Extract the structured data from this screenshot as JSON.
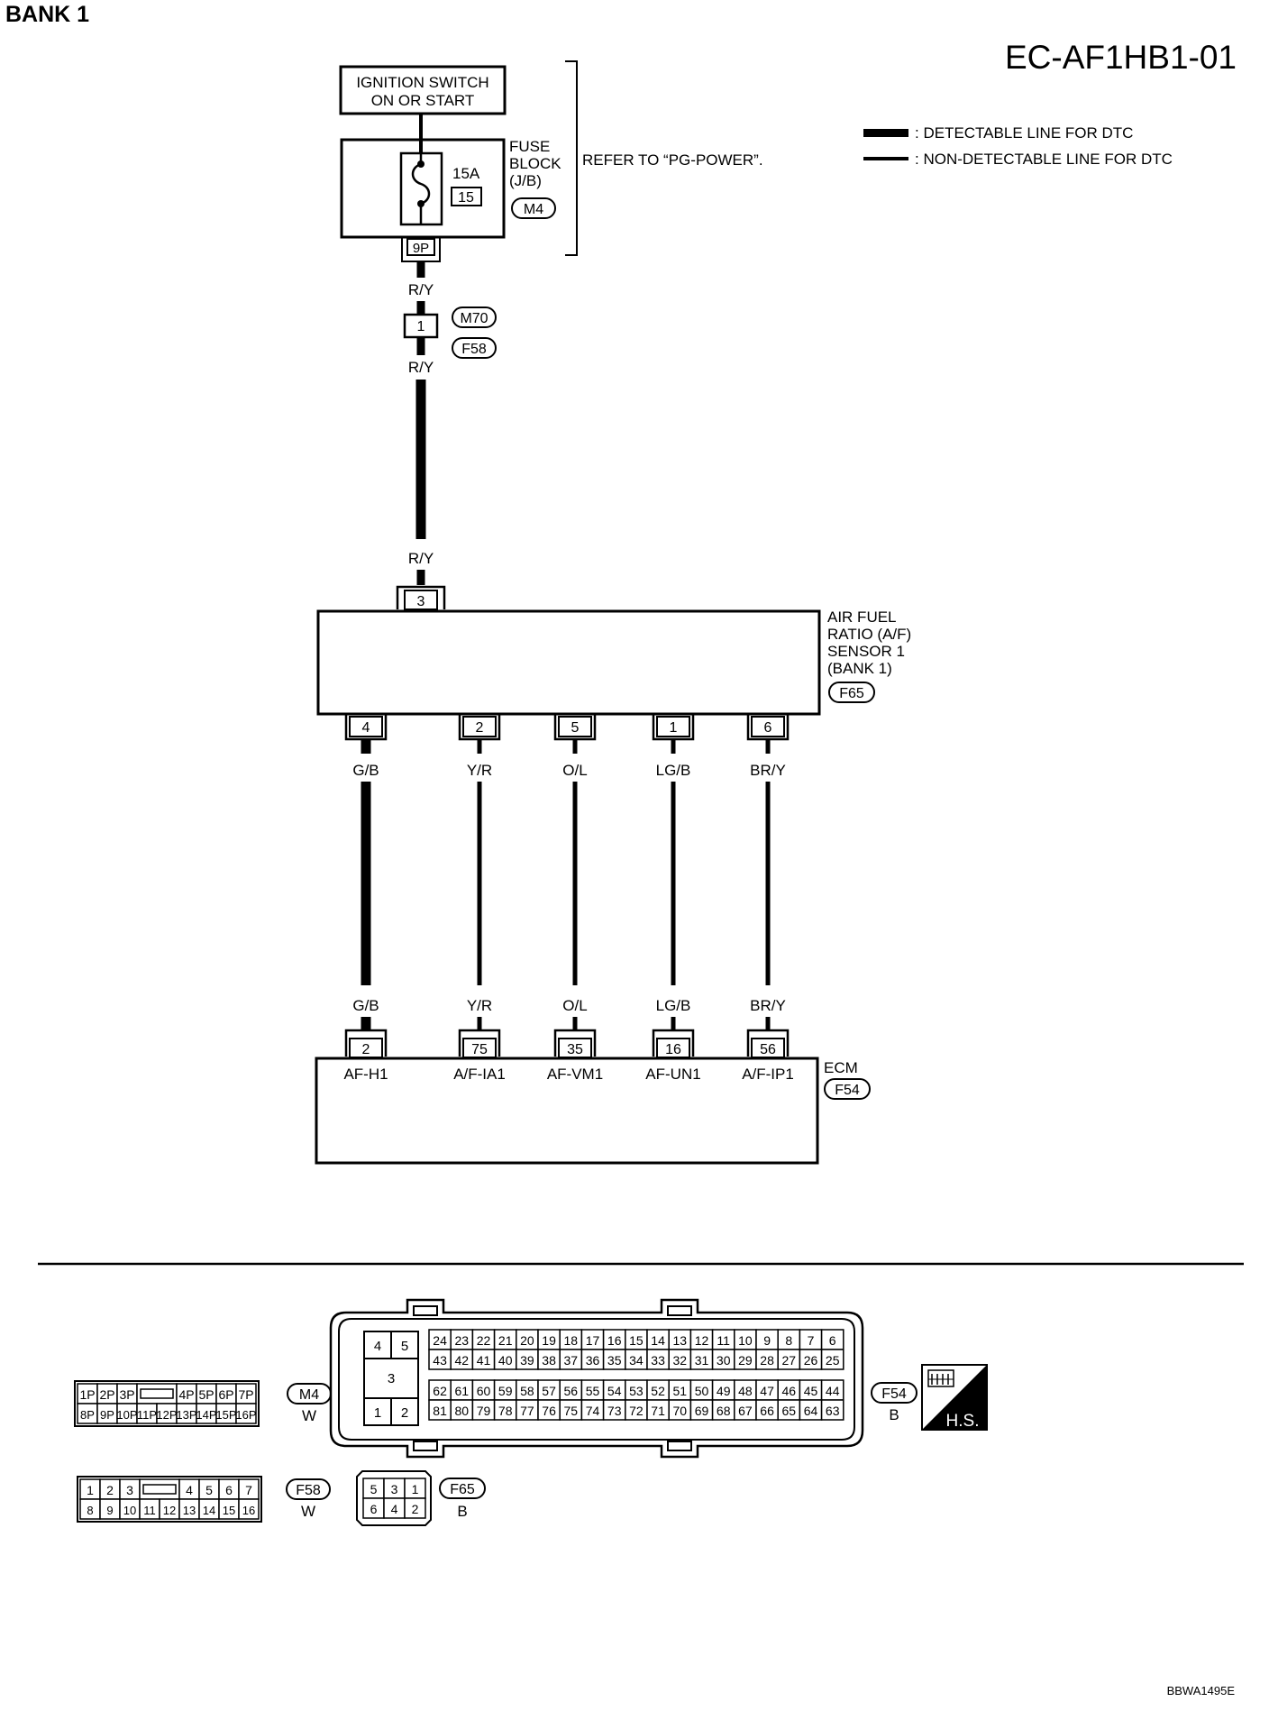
{
  "page": {
    "bank_label": "BANK 1",
    "diagram_id": "EC-AF1HB1-01",
    "footer_code": "BBWA1495E"
  },
  "legend": {
    "detectable": ": DETECTABLE LINE FOR DTC",
    "non_detectable": ": NON-DETECTABLE LINE FOR DTC"
  },
  "ignition": {
    "line1": "IGNITION SWITCH",
    "line2": "ON OR START"
  },
  "fuse_block": {
    "label_lines": [
      "FUSE",
      "BLOCK",
      "(J/B)"
    ],
    "amp": "15A",
    "fuse_no": "15",
    "connector": "M4",
    "terminal": "9P",
    "refer": "REFER TO “PG-POWER”."
  },
  "splice": {
    "wire_color": "R/Y",
    "pin": "1",
    "connector_top": "M70",
    "connector_bottom": "F58"
  },
  "sensor": {
    "name_lines": [
      "AIR FUEL",
      "RATIO (A/F)",
      "SENSOR 1",
      "(BANK 1)"
    ],
    "connector": "F65",
    "top_pin": "3"
  },
  "ecm": {
    "name": "ECM",
    "connector": "F54"
  },
  "wires": [
    {
      "sensor_pin": "4",
      "color": "G/B",
      "ecm_pin": "2",
      "signal": "AF-H1",
      "detectable": true
    },
    {
      "sensor_pin": "2",
      "color": "Y/R",
      "ecm_pin": "75",
      "signal": "A/F-IA1",
      "detectable": false
    },
    {
      "sensor_pin": "5",
      "color": "O/L",
      "ecm_pin": "35",
      "signal": "AF-VM1",
      "detectable": false
    },
    {
      "sensor_pin": "1",
      "color": "LG/B",
      "ecm_pin": "16",
      "signal": "AF-UN1",
      "detectable": false
    },
    {
      "sensor_pin": "6",
      "color": "BR/Y",
      "ecm_pin": "56",
      "signal": "A/F-IP1",
      "detectable": false
    }
  ],
  "connector_views": {
    "m4": {
      "id": "M4",
      "color": "W",
      "row1": [
        "1P",
        "2P",
        "3P",
        "",
        "4P",
        "5P",
        "6P",
        "7P"
      ],
      "row2": [
        "8P",
        "9P",
        "10P",
        "11P",
        "12P",
        "13P",
        "14P",
        "15P",
        "16P"
      ]
    },
    "f58": {
      "id": "F58",
      "color": "W",
      "row1": [
        "1",
        "2",
        "3",
        "",
        "4",
        "5",
        "6",
        "7"
      ],
      "row2": [
        "8",
        "9",
        "10",
        "11",
        "12",
        "13",
        "14",
        "15",
        "16"
      ]
    },
    "f54": {
      "id": "F54",
      "color": "B",
      "left_top": [
        "4",
        "5"
      ],
      "left_mid": "3",
      "left_bottom": [
        "1",
        "2"
      ],
      "rows": [
        [
          "24",
          "23",
          "22",
          "21",
          "20",
          "19",
          "18",
          "17",
          "16",
          "15",
          "14",
          "13",
          "12",
          "11",
          "10",
          "9",
          "8",
          "7",
          "6"
        ],
        [
          "43",
          "42",
          "41",
          "40",
          "39",
          "38",
          "37",
          "36",
          "35",
          "34",
          "33",
          "32",
          "31",
          "30",
          "29",
          "28",
          "27",
          "26",
          "25"
        ],
        [
          "62",
          "61",
          "60",
          "59",
          "58",
          "57",
          "56",
          "55",
          "54",
          "53",
          "52",
          "51",
          "50",
          "49",
          "48",
          "47",
          "46",
          "45",
          "44"
        ],
        [
          "81",
          "80",
          "79",
          "78",
          "77",
          "76",
          "75",
          "74",
          "73",
          "72",
          "71",
          "70",
          "69",
          "68",
          "67",
          "66",
          "65",
          "64",
          "63"
        ]
      ]
    },
    "f65": {
      "id": "F65",
      "color": "B",
      "row1": [
        "5",
        "3",
        "1"
      ],
      "row2": [
        "6",
        "4",
        "2"
      ]
    }
  },
  "hs_badge": "H.S."
}
